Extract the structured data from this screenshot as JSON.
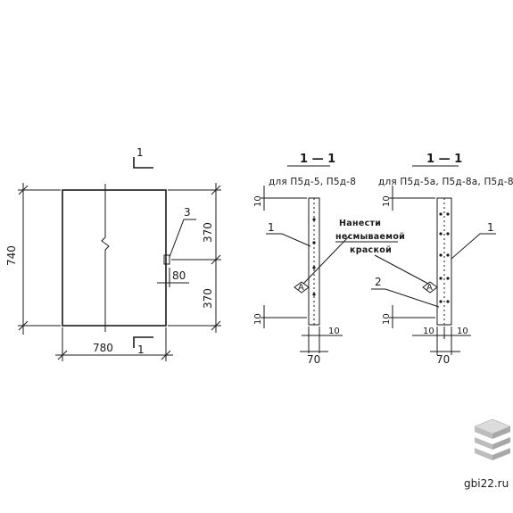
{
  "front_view": {
    "section_mark_top": "1",
    "section_mark_bottom": "1",
    "height_dim": "740",
    "width_dim": "780",
    "upper_dim": "370",
    "lower_dim": "370",
    "small_dim": "80",
    "callout": "3"
  },
  "section_a": {
    "title": "1 — 1",
    "subtitle": "для П5д-5, П5д-8",
    "dim_top": "10",
    "dim_bottom": "10",
    "dim_thickness": "10",
    "dim_width": "70",
    "callout": "1",
    "mark": "А"
  },
  "section_b": {
    "title": "1 — 1",
    "subtitle": "для П5д-5а, П5д-8а, П5д-8б",
    "dim_top": "10",
    "dim_bottom": "10",
    "dim_left": "10",
    "dim_right": "10",
    "dim_width": "70",
    "callout_1": "1",
    "callout_2": "2",
    "mark": "А"
  },
  "note": {
    "line1": "Нанести",
    "line2": "несмываемой",
    "line3": "краской"
  },
  "brand": {
    "site": "gbi22.ru",
    "logo": "layers-logo-icon"
  }
}
